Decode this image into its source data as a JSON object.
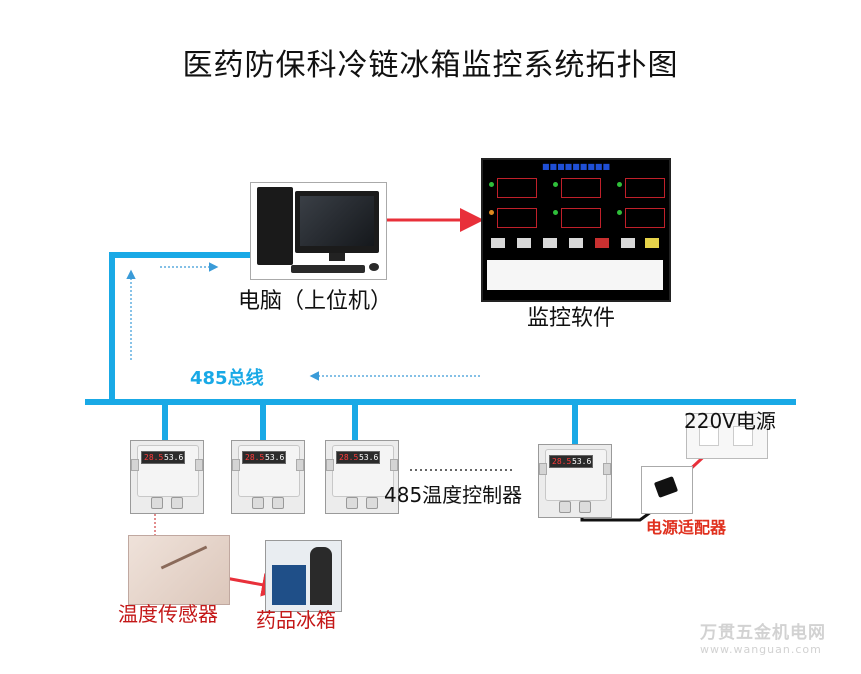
{
  "title": "医药防保科冷链冰箱监控系统拓扑图",
  "labels": {
    "pc": "电脑（上位机）",
    "software": "监控软件",
    "bus": "485总线",
    "controller": "485温度控制器",
    "power": "220V电源",
    "adapter": "电源适配器",
    "sensor": "温度传感器",
    "fridge": "药品冰箱"
  },
  "controller_display": [
    "28.5",
    "53.6"
  ],
  "watermark": {
    "line1": "万贯五金机电网",
    "line2": "www.wanguan.com"
  },
  "colors": {
    "bus": "#19a9e6",
    "arrow_red": "#e8303a",
    "dotted_blue": "#3a9bd8"
  }
}
